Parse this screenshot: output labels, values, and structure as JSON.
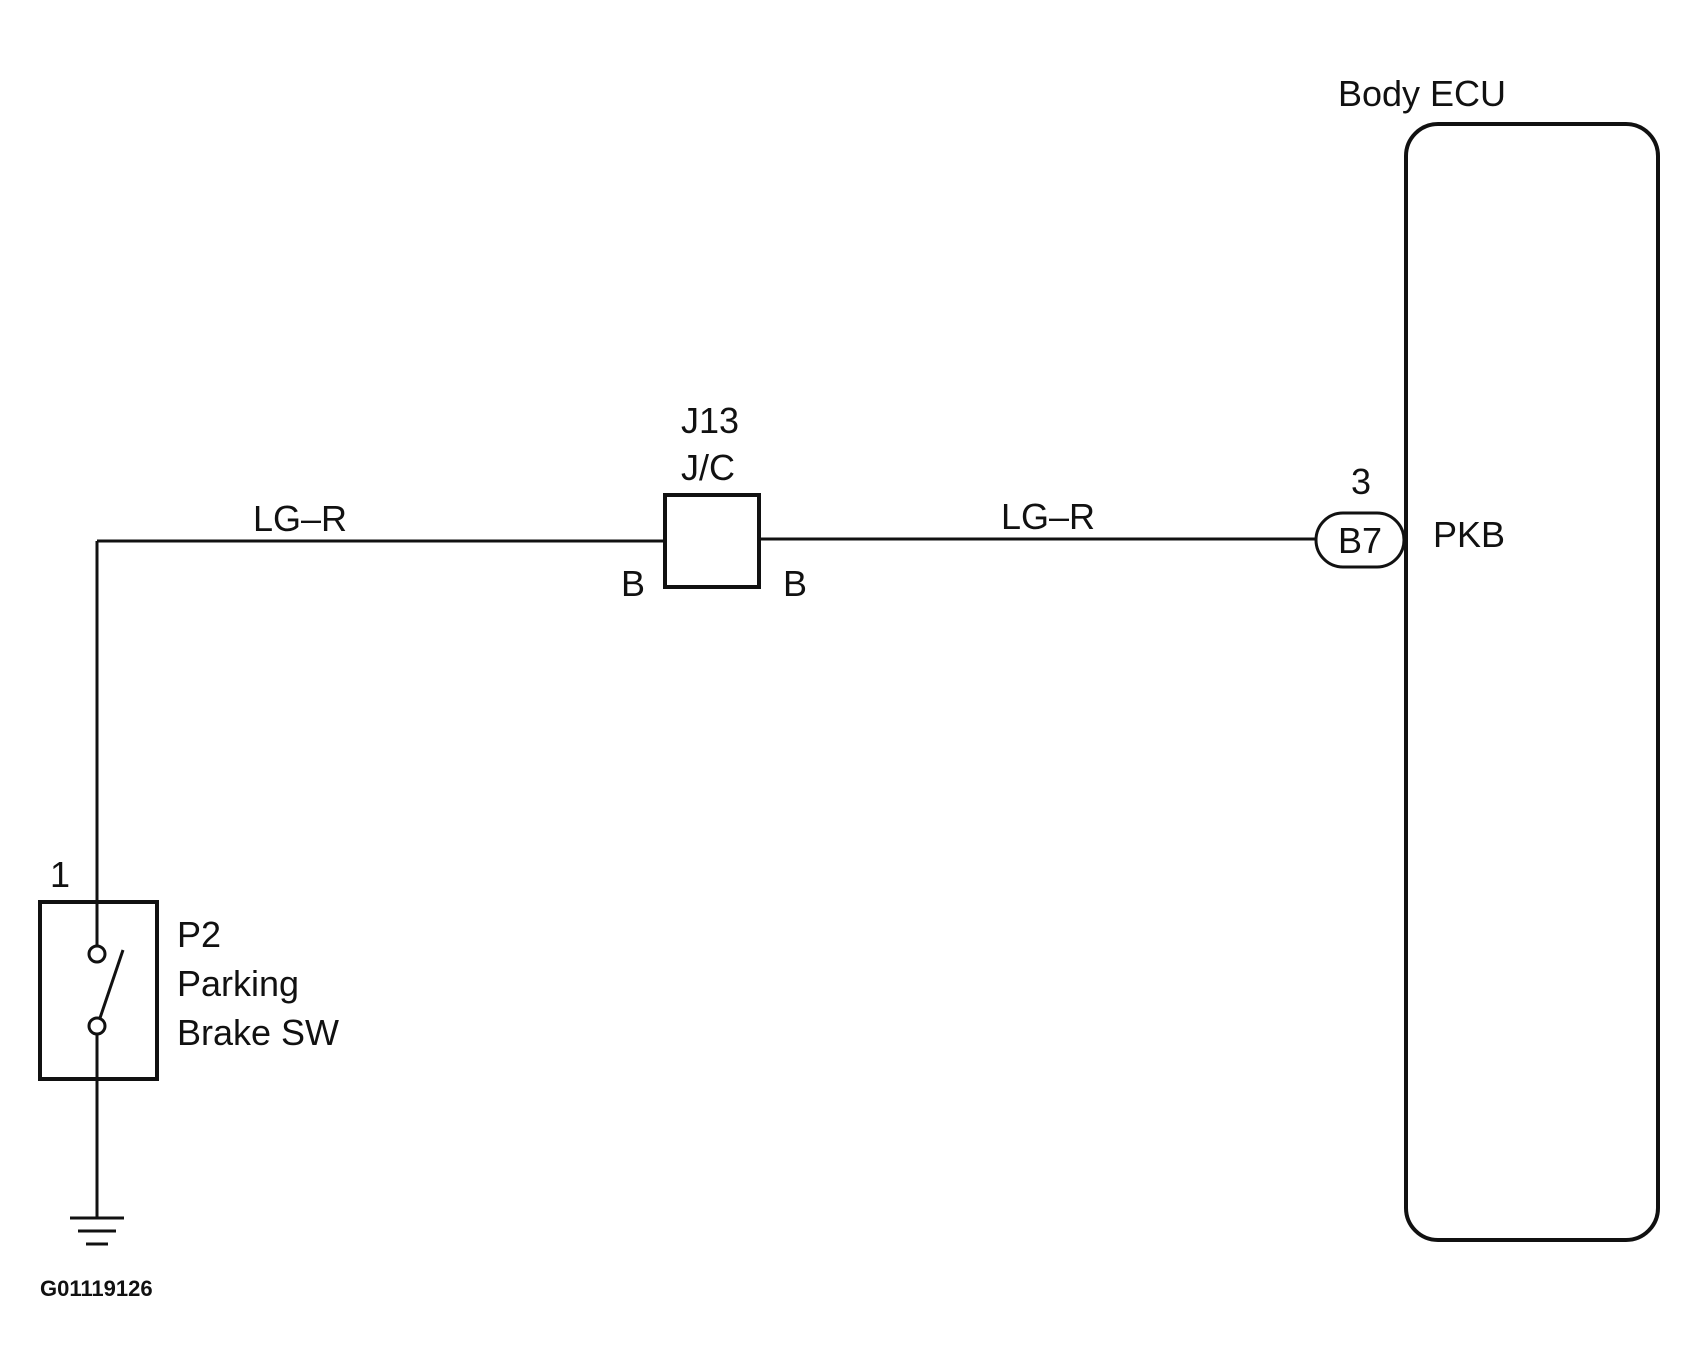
{
  "ecu": {
    "title": "Body ECU",
    "terminal_name": "PKB"
  },
  "connector": {
    "pin": "3",
    "id": "B7"
  },
  "junction": {
    "id": "J13",
    "type": "J/C",
    "left_terminal": "B",
    "right_terminal": "B"
  },
  "wires": {
    "left_color": "LG–R",
    "right_color": "LG–R"
  },
  "switch": {
    "pin": "1",
    "id": "P2",
    "name_line1": "Parking",
    "name_line2": "Brake SW"
  },
  "figure_id": "G01119126"
}
